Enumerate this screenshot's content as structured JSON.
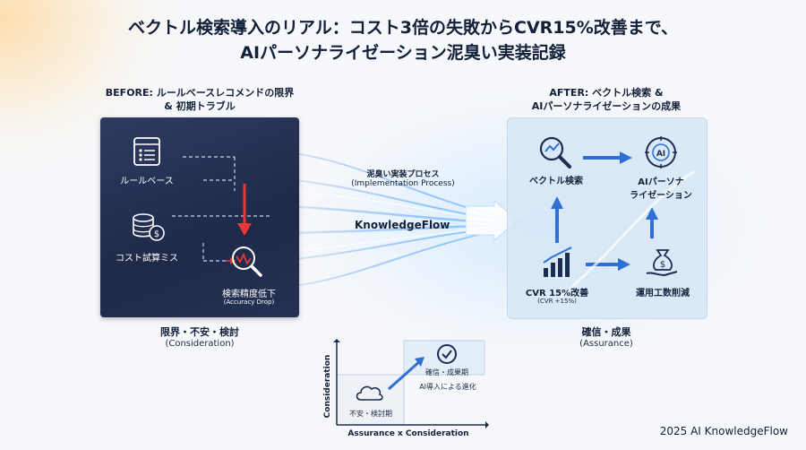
{
  "title": {
    "line1": "ベクトル検索導入のリアル：コスト3倍の失敗からCVR15%改善まで、",
    "line2": "AIパーソナライゼーション泥臭い実装記録"
  },
  "before": {
    "heading_line1": "BEFORE: ルールベースレコメンドの限界",
    "heading_line2": "& 初期トラブル",
    "rule_based": "ルールベース",
    "cost_miss": "コスト試算ミス",
    "accuracy_drop": "検索精度低下",
    "accuracy_drop_en": "(Accuracy Drop)",
    "caption": "限界・不安・検討",
    "caption_en": "(Consideration)"
  },
  "process": {
    "label": "泥臭い実装プロセス",
    "label_en": "(Implementation Process)",
    "brand": "KnowledgeFlow"
  },
  "after": {
    "heading_line1": "AFTER: ベクトル検索 &",
    "heading_line2": "AIパーソナライゼーションの成果",
    "vector_search": "ベクトル検索",
    "personalization_line1": "AIパーソナ",
    "personalization_line2": "ライゼーション",
    "cvr": "CVR 15%改善",
    "cvr_en": "(CVR +15%)",
    "workload": "運用工数削減",
    "caption": "確信・成果",
    "caption_en": "(Assurance)"
  },
  "matrix": {
    "y_label": "Consideration",
    "x_label": "Assurance x Consideration",
    "low_label": "不安・検討期",
    "high_label": "確信・成果期",
    "arrow_label": "AI導入による進化"
  },
  "footer": "2025 AI KnowledgeFlow",
  "colors": {
    "navy": "#13203a",
    "panel_dark": "#1f2a49",
    "red_arrow": "#e53935",
    "blue_accent": "#2f6fd6",
    "light_panel": "#d7e6f6"
  }
}
